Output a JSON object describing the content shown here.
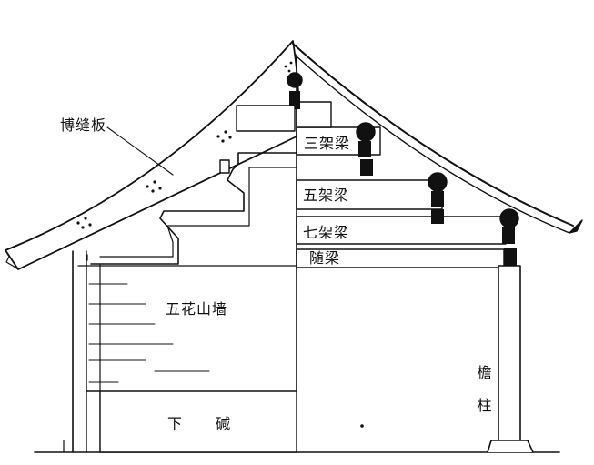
{
  "labels": {
    "bofeng_board": "博缝板",
    "san_jia_liang": "三架梁",
    "wu_jia_liang": "五架梁",
    "qi_jia_liang": "七架梁",
    "sui_liang": "随梁",
    "wuhua_gable_wall": "五花山墙",
    "xia_jian": "下 碱",
    "yan_zhu": "檐柱"
  },
  "colors": {
    "ink": "#111111",
    "paper": "#ffffff"
  }
}
